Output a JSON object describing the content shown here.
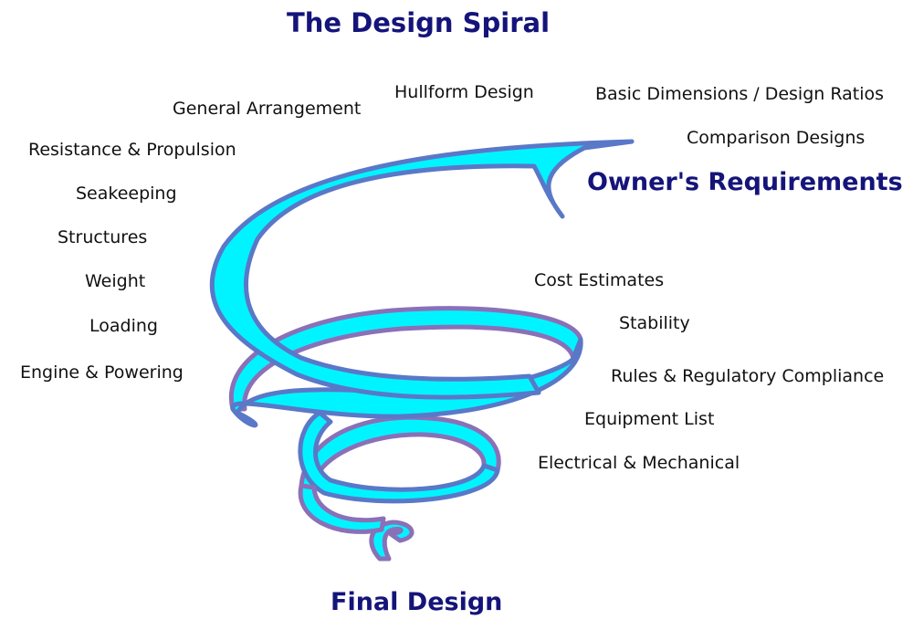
{
  "title": "The Design Spiral",
  "start_label": "Owner's Requirements",
  "end_label": "Final Design",
  "stages": [
    "Basic Dimensions / Design Ratios",
    "Comparison Designs",
    "Hullform Design",
    "General Arrangement",
    "Resistance & Propulsion",
    "Seakeeping",
    "Structures",
    "Weight",
    "Loading",
    "Engine & Powering",
    "Cost Estimates",
    "Stability",
    "Rules & Regulatory Compliance",
    "Equipment List",
    "Electrical & Mechanical"
  ],
  "colors": {
    "ribbon_fill": "#00f4ff",
    "ribbon_edge": "#5a78c8",
    "ribbon_back_edge": "#8a70b8",
    "title": "#14147a",
    "label": "#111111"
  }
}
